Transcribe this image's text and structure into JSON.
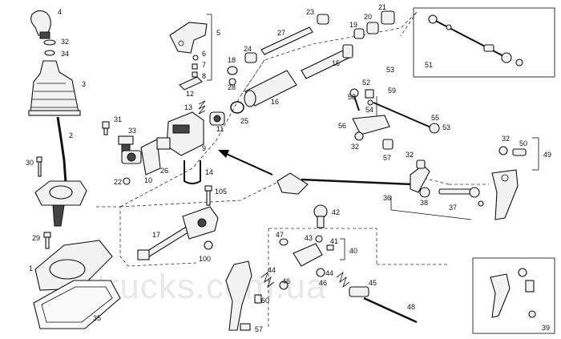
{
  "watermark": "4trucks.com.ua",
  "callouts": {
    "c1": "1",
    "c2": "2",
    "c3": "3",
    "c4": "4",
    "c5": "5",
    "c6": "6",
    "c7": "7",
    "c8": "8",
    "c9": "9",
    "c10": "10",
    "c11": "11",
    "c12": "12",
    "c13": "13",
    "c14": "14",
    "c15": "15",
    "c16": "16",
    "c17": "17",
    "c18": "18",
    "c19": "19",
    "c20": "20",
    "c21": "21",
    "c22": "22",
    "c23": "23",
    "c24": "24",
    "c25": "25",
    "c26": "26",
    "c27": "27",
    "c28": "28",
    "c29": "29",
    "c30": "30",
    "c31": "31",
    "c32a": "32",
    "c32b": "32",
    "c32c": "32",
    "c32d": "32",
    "c33": "33",
    "c34": "34",
    "c35": "35",
    "c36": "36",
    "c37": "37",
    "c38": "38",
    "c39": "39",
    "c40": "40",
    "c41": "41",
    "c42": "42",
    "c43": "43",
    "c44a": "44",
    "c44b": "44",
    "c45": "45",
    "c46a": "46",
    "c46b": "46",
    "c47": "47",
    "c48": "48",
    "c49": "49",
    "c50": "50",
    "c51": "51",
    "c52": "52",
    "c53a": "53",
    "c53b": "53",
    "c54": "54",
    "c55": "55",
    "c56": "56",
    "c57": "57",
    "c58": "58",
    "c59": "59",
    "c60": "60",
    "c100": "100",
    "c105": "105"
  }
}
